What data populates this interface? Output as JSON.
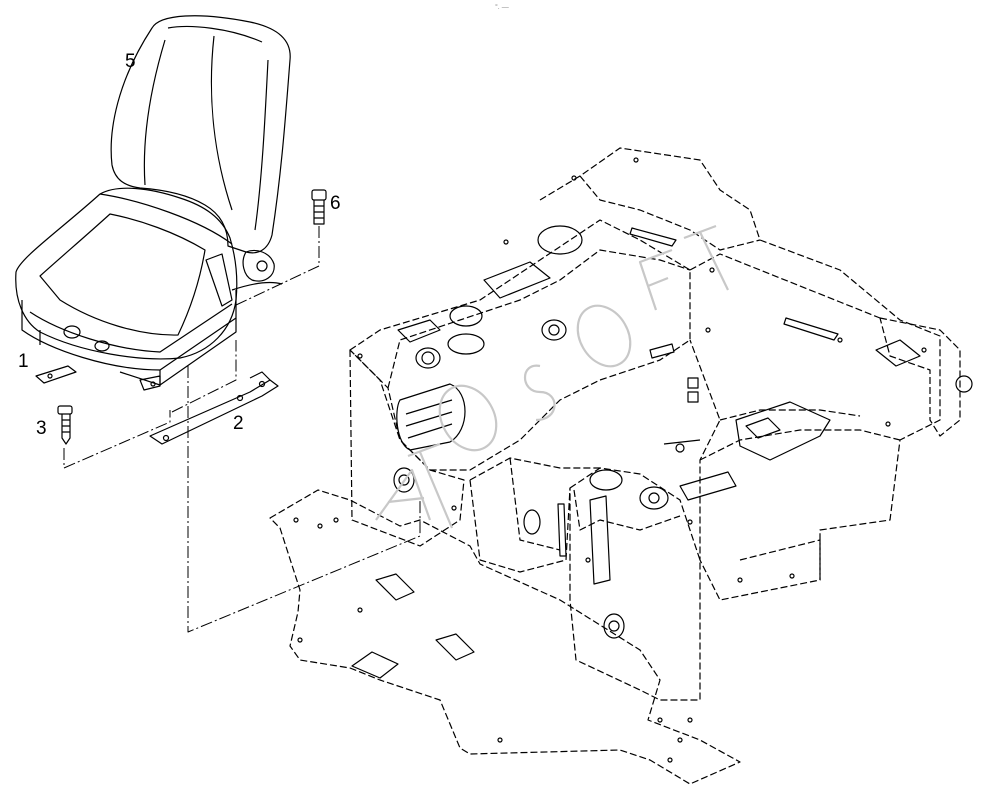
{
  "callouts": {
    "part_1": "1",
    "part_2": "2",
    "part_3": "3",
    "part_5": "5",
    "part_6": "6"
  },
  "watermark": {
    "text": "ALTOSOFT",
    "color": "#c8c8c8"
  },
  "top_mark": "°. ―",
  "colors": {
    "line": "#000000",
    "background": "#ffffff"
  }
}
